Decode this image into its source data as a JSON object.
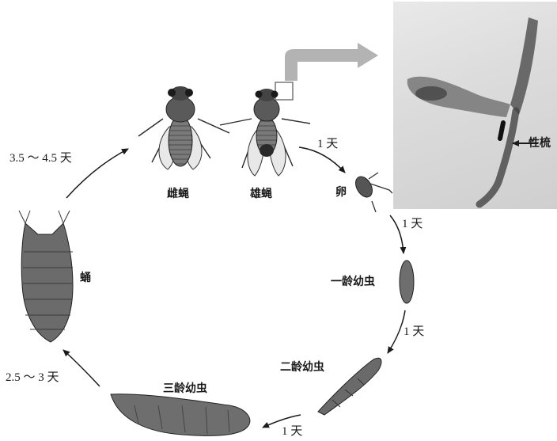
{
  "labels": {
    "female": "雌蝇",
    "male": "雄蝇",
    "egg": "卵",
    "larva1": "一龄幼虫",
    "larva2": "二龄幼虫",
    "larva3": "三龄幼虫",
    "pupa": "蛹",
    "sex_comb": "性梳"
  },
  "durations": {
    "male_to_egg": "1 天",
    "egg_to_larva1": "1 天",
    "larva1_to_larva2": "1 天",
    "larva2_to_larva3": "1 天",
    "larva3_to_pupa": "2.5 ～ 3 天",
    "pupa_to_adult": "3.5 ～ 4.5 天"
  },
  "colors": {
    "background": "#ffffff",
    "ink": "#1a1a1a",
    "body_gray": "#6b6b6b",
    "inset_bg": "#dcdcdc",
    "callout_arrow": "#9a9a9a"
  }
}
